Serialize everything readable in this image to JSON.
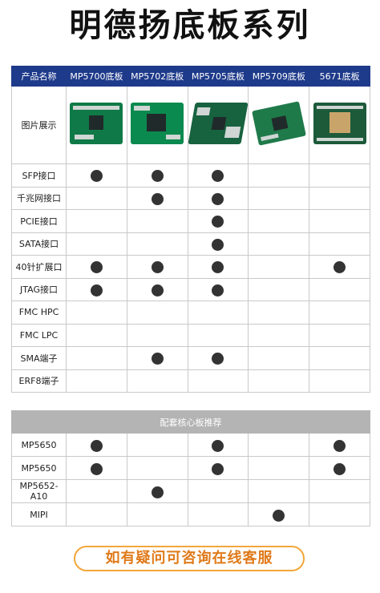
{
  "title": "明德扬底板系列",
  "table": {
    "header_label": "产品名称",
    "products": [
      "MP5700底板",
      "MP5702底板",
      "MP5705底板",
      "MP5709底板",
      "5671底板"
    ],
    "image_row_label": "图片展示",
    "board_images": [
      "board-photo-mp5700",
      "board-photo-mp5702",
      "board-photo-mp5705",
      "board-photo-mp5709",
      "board-photo-5671"
    ],
    "rows": [
      {
        "label": "SFP接口",
        "marks": [
          true,
          true,
          true,
          false,
          false
        ]
      },
      {
        "label": "千兆网接口",
        "marks": [
          false,
          true,
          true,
          false,
          false
        ]
      },
      {
        "label": "PCIE接口",
        "marks": [
          false,
          false,
          true,
          false,
          false
        ]
      },
      {
        "label": "SATA接口",
        "marks": [
          false,
          false,
          true,
          false,
          false
        ]
      },
      {
        "label": "40针扩展口",
        "marks": [
          true,
          true,
          true,
          false,
          true
        ]
      },
      {
        "label": "JTAG接口",
        "marks": [
          true,
          true,
          true,
          false,
          false
        ]
      },
      {
        "label": "FMC HPC",
        "marks": [
          false,
          false,
          false,
          false,
          false
        ]
      },
      {
        "label": "FMC LPC",
        "marks": [
          false,
          false,
          false,
          false,
          false
        ]
      },
      {
        "label": "SMA端子",
        "marks": [
          false,
          true,
          true,
          false,
          false
        ]
      },
      {
        "label": "ERF8端子",
        "marks": [
          false,
          false,
          false,
          false,
          false
        ]
      }
    ]
  },
  "core_boards": {
    "header": "配套核心板推荐",
    "rows": [
      {
        "label": "MP5650",
        "marks": [
          true,
          false,
          true,
          false,
          true
        ]
      },
      {
        "label": "MP5650",
        "marks": [
          true,
          false,
          true,
          false,
          true
        ]
      },
      {
        "label": "MP5652- A10",
        "marks": [
          false,
          true,
          false,
          false,
          false
        ]
      },
      {
        "label": "MIPI",
        "marks": [
          false,
          false,
          false,
          true,
          false
        ]
      }
    ]
  },
  "cta_label": "如有疑问可咨询在线客服",
  "colors": {
    "header_bg": "#1e3a8a",
    "subheader_bg": "#b4b4b4",
    "dot": "#333333",
    "cta": "#e07a1a"
  }
}
